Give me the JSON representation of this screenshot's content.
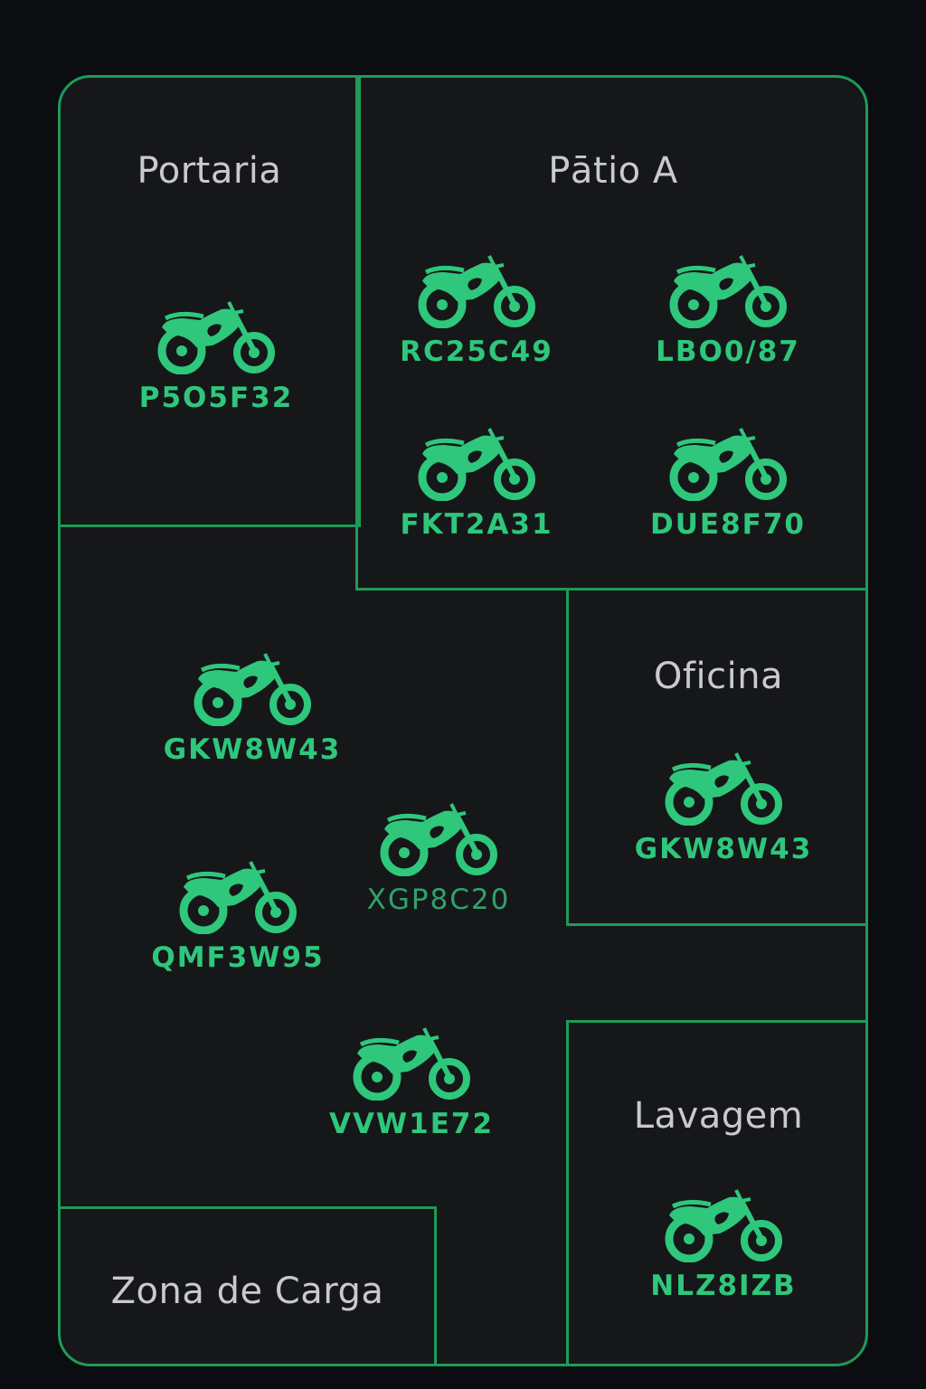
{
  "colors": {
    "accent": "#1f9a58",
    "icon": "#2ec77c",
    "background": "#161719"
  },
  "zones": [
    {
      "id": "portaria",
      "label": "Portaria"
    },
    {
      "id": "patio-a",
      "label": "Pātio A"
    },
    {
      "id": "oficina",
      "label": "Oficina"
    },
    {
      "id": "lavagem",
      "label": "Lavagem"
    },
    {
      "id": "zona-carga",
      "label": "Zona de Carga"
    }
  ],
  "motorcycles": [
    {
      "zone": "Portaria",
      "plate": "P5O5F32",
      "icon": "motorcycle-icon"
    },
    {
      "zone": "Pātio A",
      "plate": "RC25C49",
      "icon": "motorcycle-icon"
    },
    {
      "zone": "Pātio A",
      "plate": "LBO0/87",
      "icon": "motorcycle-icon"
    },
    {
      "zone": "Pātio A",
      "plate": "FKT2A31",
      "icon": "motorcycle-icon"
    },
    {
      "zone": "Pātio A",
      "plate": "DUE8F70",
      "icon": "motorcycle-icon"
    },
    {
      "zone": "",
      "plate": "GKW8W43",
      "icon": "motorcycle-icon"
    },
    {
      "zone": "",
      "plate": "XGP8C20",
      "icon": "motorcycle-icon"
    },
    {
      "zone": "",
      "plate": "QMF3W95",
      "icon": "motorcycle-icon"
    },
    {
      "zone": "",
      "plate": "VVW1E72",
      "icon": "motorcycle-icon"
    },
    {
      "zone": "Oficina",
      "plate": "GKW8W43",
      "icon": "motorcycle-icon"
    },
    {
      "zone": "Lavagem",
      "plate": "NLZ8IZB",
      "icon": "motorcycle-icon"
    }
  ]
}
